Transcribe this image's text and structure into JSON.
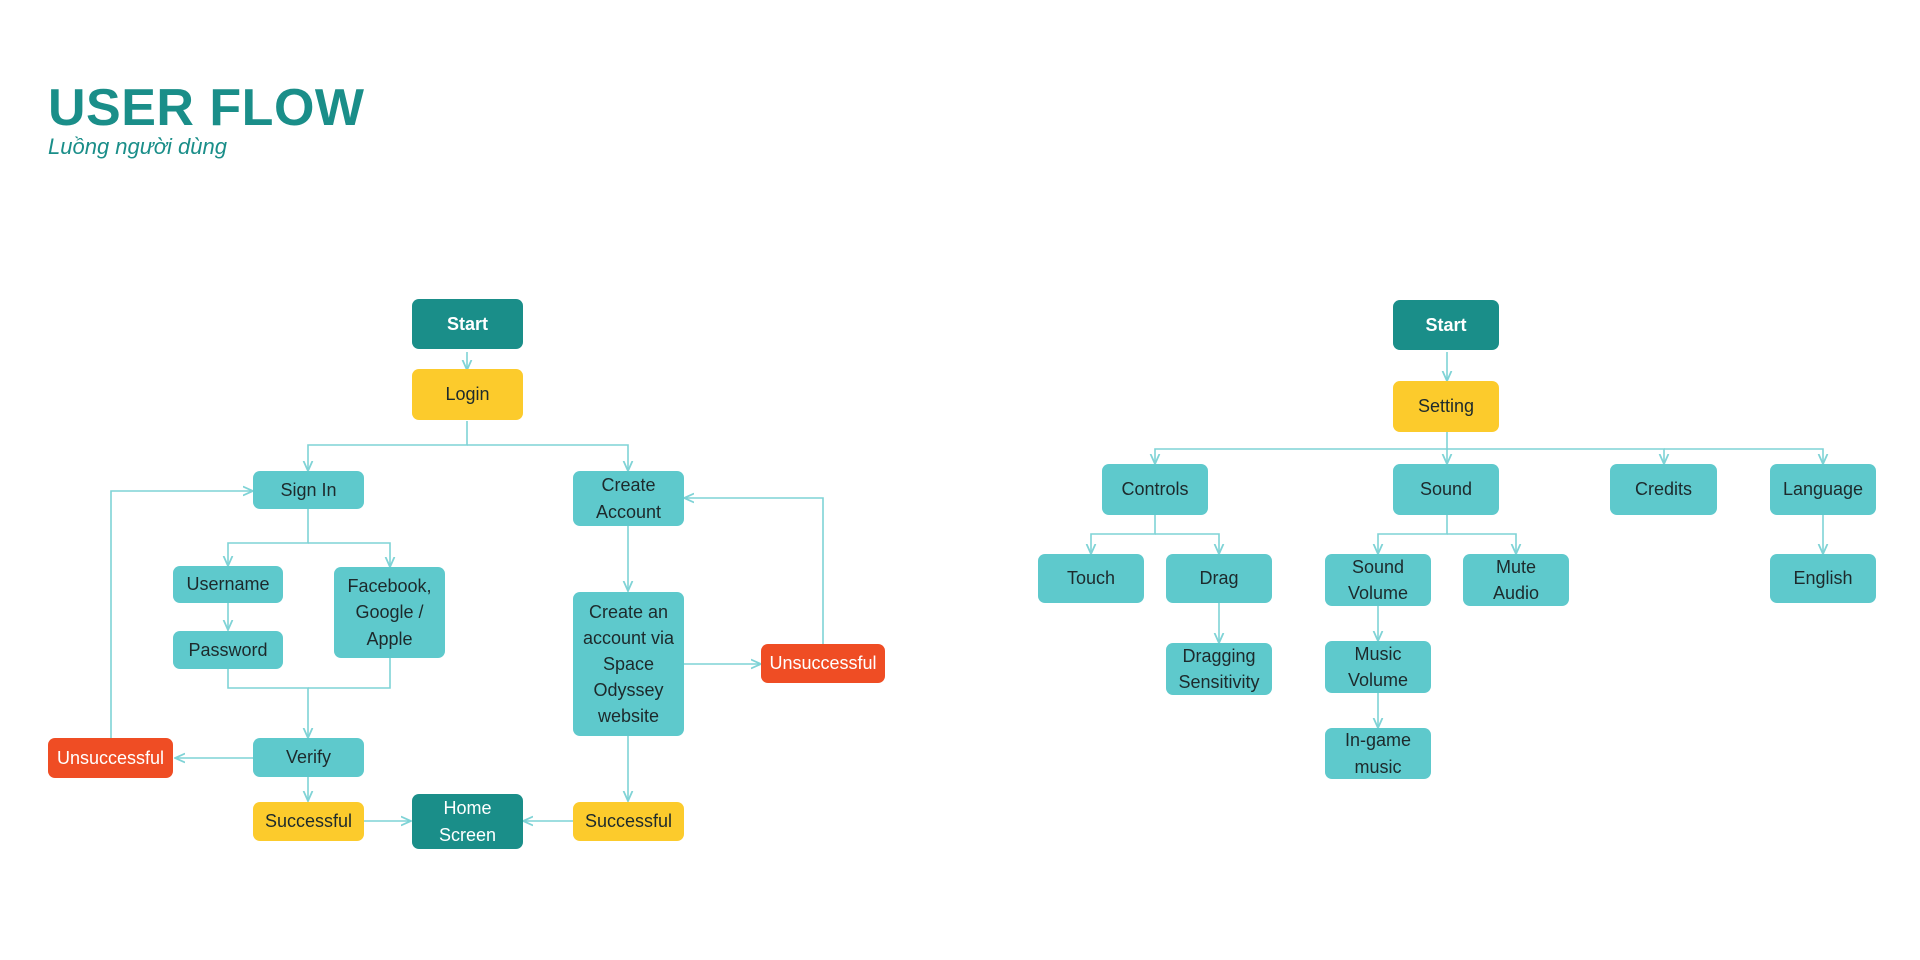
{
  "header": {
    "title": "USER FLOW",
    "subtitle": "Luồng người dùng"
  },
  "colors": {
    "dark_teal": "#1a8e89",
    "yellow": "#fccb2c",
    "light_teal": "#5ec9cc",
    "red": "#ef4d24",
    "connector": "#7fd3d6"
  },
  "login_flow": {
    "start": "Start",
    "login": "Login",
    "sign_in": "Sign In",
    "create_account": "Create\nAccount",
    "username": "Username",
    "password": "Password",
    "social": "Facebook,\nGoogle /\nApple",
    "create_via_site": "Create an\naccount via\nSpace\nOdyssey\nwebsite",
    "unsuccessful_create": "Unsuccessful",
    "unsuccessful_verify": "Unsuccessful",
    "verify": "Verify",
    "successful_left": "Successful",
    "home_screen": "Home\nScreen",
    "successful_right": "Successful"
  },
  "settings_flow": {
    "start": "Start",
    "setting": "Setting",
    "controls": "Controls",
    "sound": "Sound",
    "credits": "Credits",
    "language": "Language",
    "touch": "Touch",
    "drag": "Drag",
    "dragging_sensitivity": "Dragging\nSensitivity",
    "sound_volume": "Sound\nVolume",
    "mute_audio": "Mute\nAudio",
    "music_volume": "Music\nVolume",
    "ingame_music": "In-game\nmusic",
    "english": "English"
  }
}
